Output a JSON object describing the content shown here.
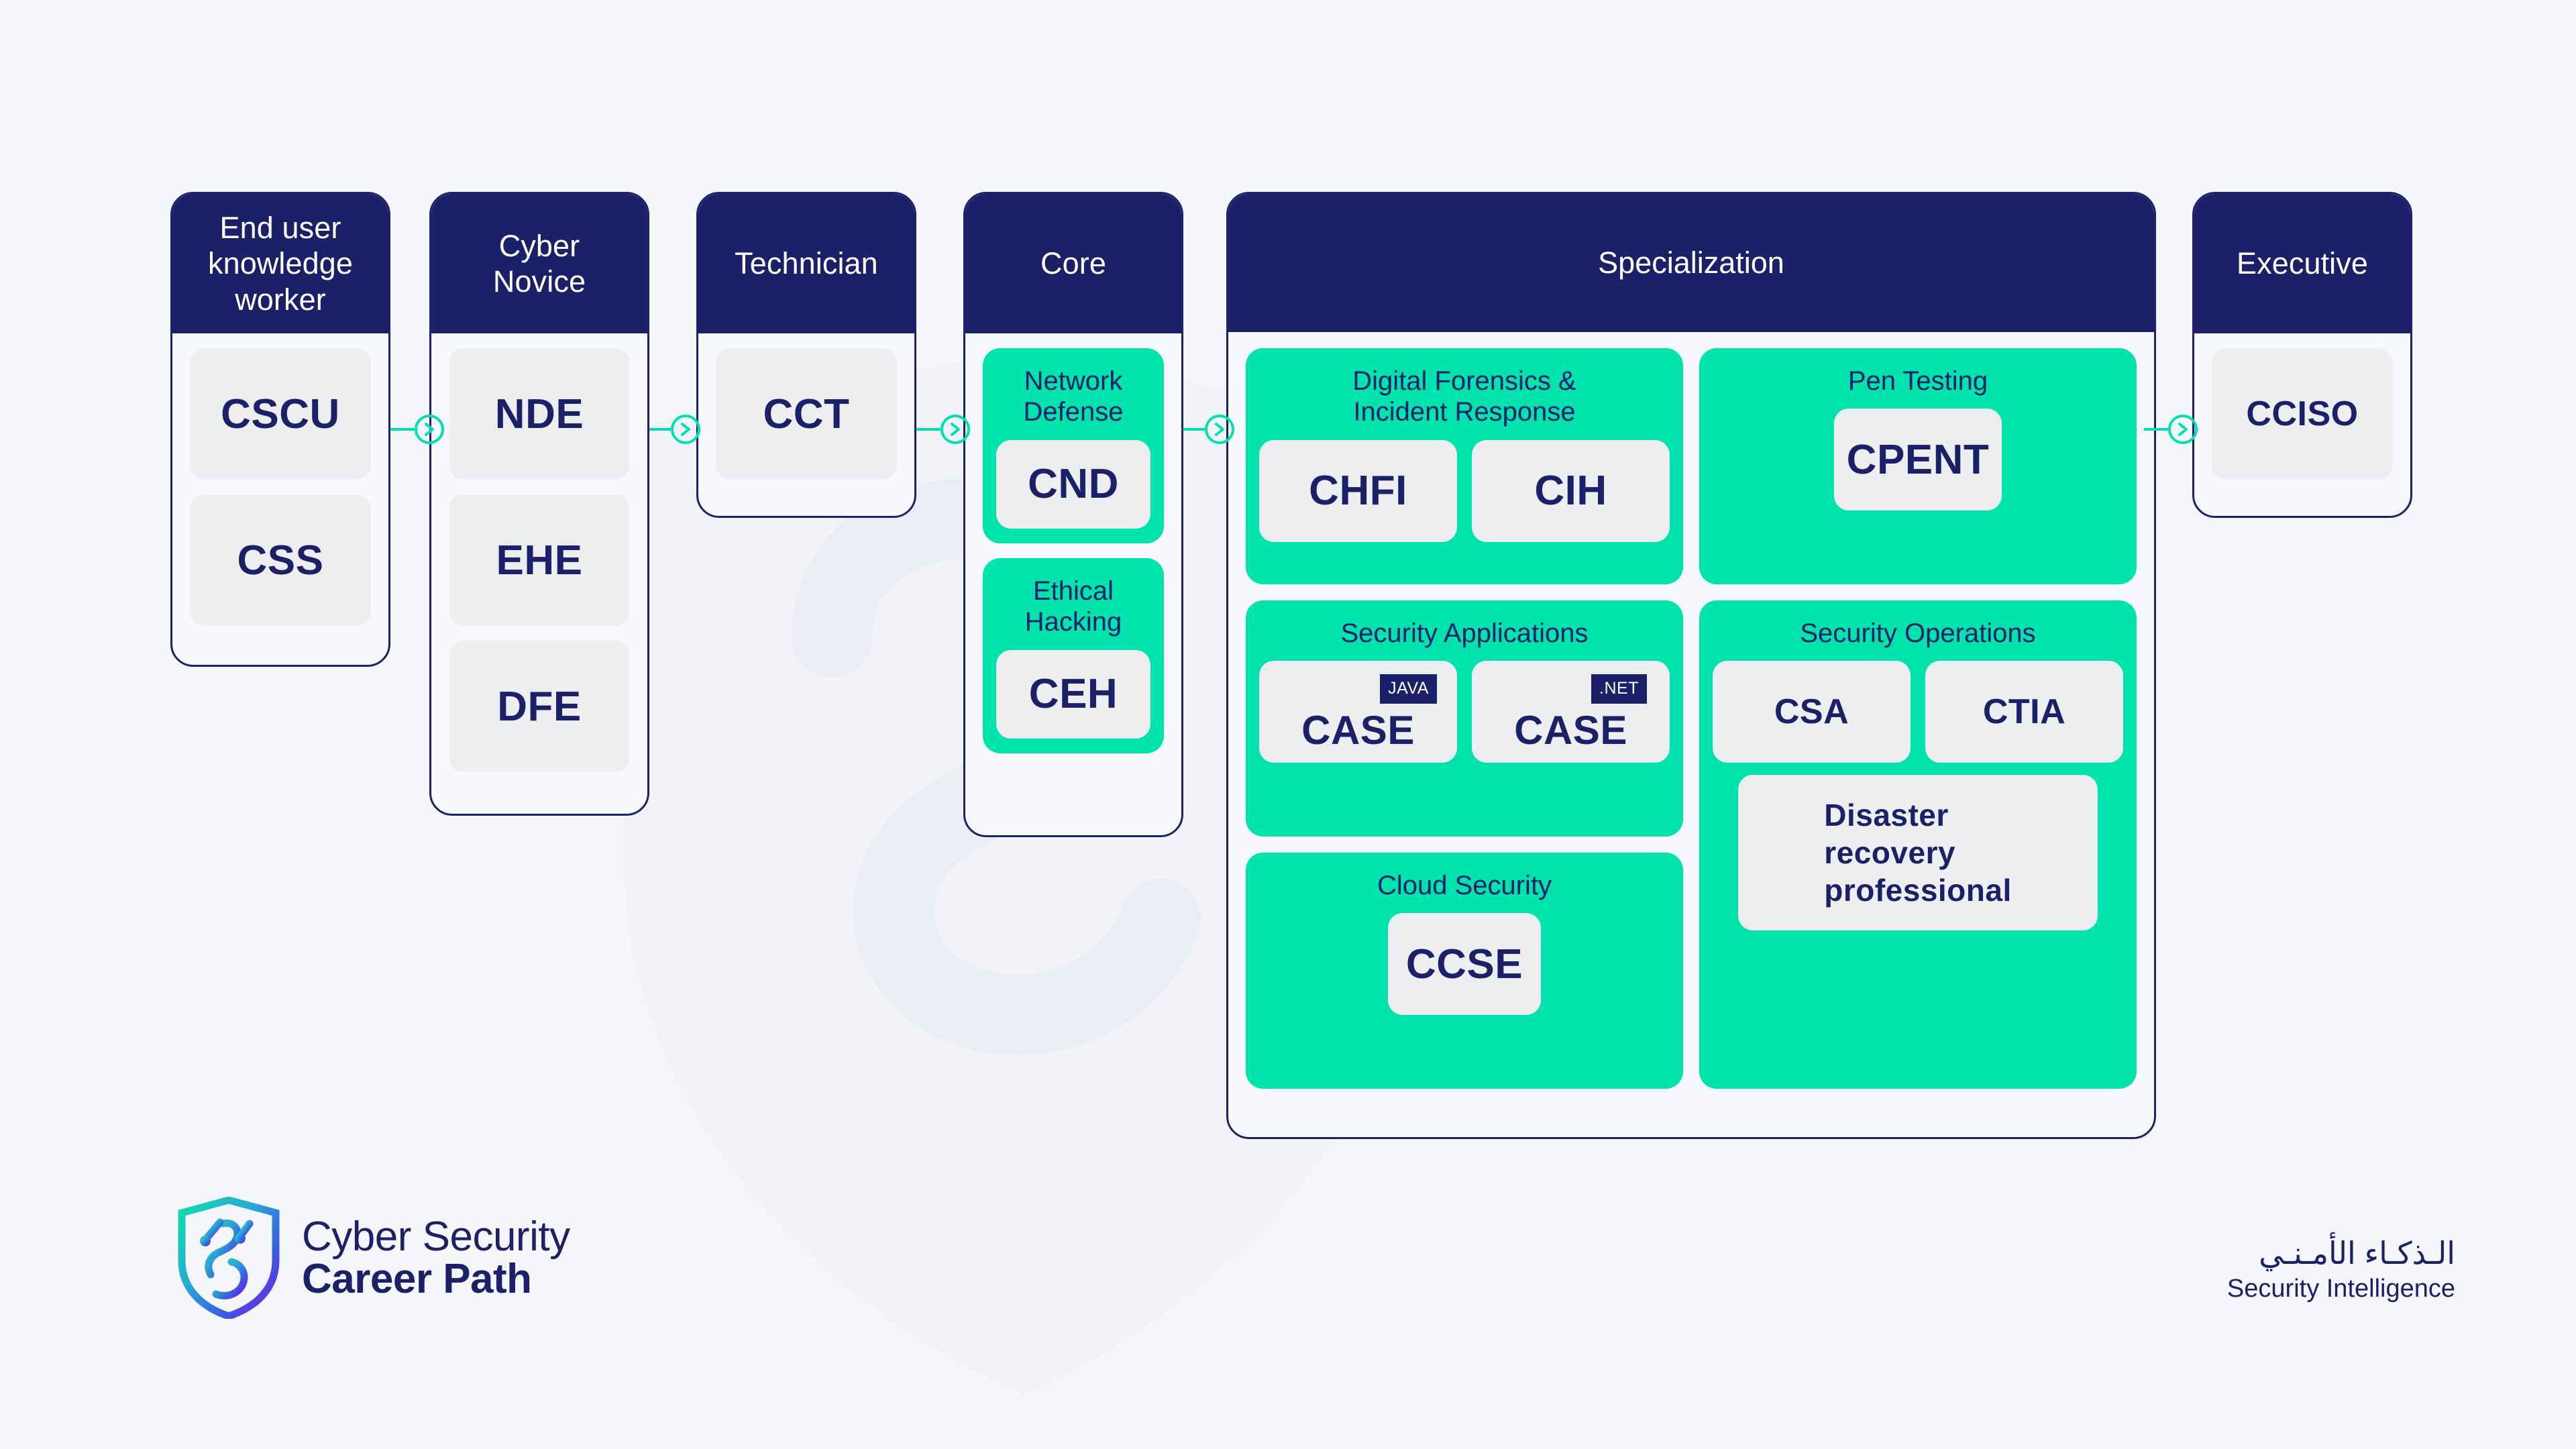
{
  "title": "Cyber Security Career Path",
  "colors": {
    "navy": "#1c2068",
    "green": "#00e3ac",
    "green_line": "#00e0b4",
    "chip_grey": "#edeeef",
    "background": "#f5f6f9"
  },
  "columns": [
    {
      "id": "end-user-knowledge-worker",
      "header": "End user\nknowledge\nworker",
      "chips": [
        "CSCU",
        "CSS"
      ]
    },
    {
      "id": "cyber-novice",
      "header": "Cyber\nNovice",
      "chips": [
        "NDE",
        "EHE",
        "DFE"
      ]
    },
    {
      "id": "technician",
      "header": "Technician",
      "chips": [
        "CCT"
      ]
    },
    {
      "id": "core",
      "header": "Core",
      "groups": [
        {
          "title": "Network\nDefense",
          "chips": [
            "CND"
          ]
        },
        {
          "title": "Ethical\nHacking",
          "chips": [
            "CEH"
          ]
        }
      ]
    },
    {
      "id": "executive",
      "header": "Executive",
      "chips": [
        "CCISO"
      ]
    }
  ],
  "specialization": {
    "header": "Specialization",
    "left_groups": [
      {
        "title": "Digital Forensics &\nIncident Response",
        "chips": [
          "CHFI",
          "CIH"
        ]
      },
      {
        "title": "Security Applications",
        "case_chips": [
          {
            "badge": "JAVA",
            "label": "CASE"
          },
          {
            "badge": ".NET",
            "label": "CASE"
          }
        ]
      },
      {
        "title": "Cloud Security",
        "chips": [
          "CCSE"
        ]
      }
    ],
    "right_groups": [
      {
        "title": "Pen Testing",
        "chips": [
          "CPENT"
        ]
      },
      {
        "title": "Security Operations",
        "chips": [
          "CSA",
          "CTIA"
        ],
        "wide_chip": "Disaster\nrecovery\nprofessional"
      }
    ]
  },
  "connectors": [
    {
      "name": "cscu-to-nde"
    },
    {
      "name": "cct-in"
    },
    {
      "name": "cct-to-core"
    },
    {
      "name": "core-to-specialization"
    },
    {
      "name": "specialization-to-cciso"
    }
  ],
  "branding": {
    "left": {
      "line1": "Cyber Security",
      "line2": "Career Path",
      "logo": "shield-logo"
    },
    "right": {
      "arabic": "الـذكـاء الأمـنـي",
      "english": "Security Intelligence"
    }
  }
}
